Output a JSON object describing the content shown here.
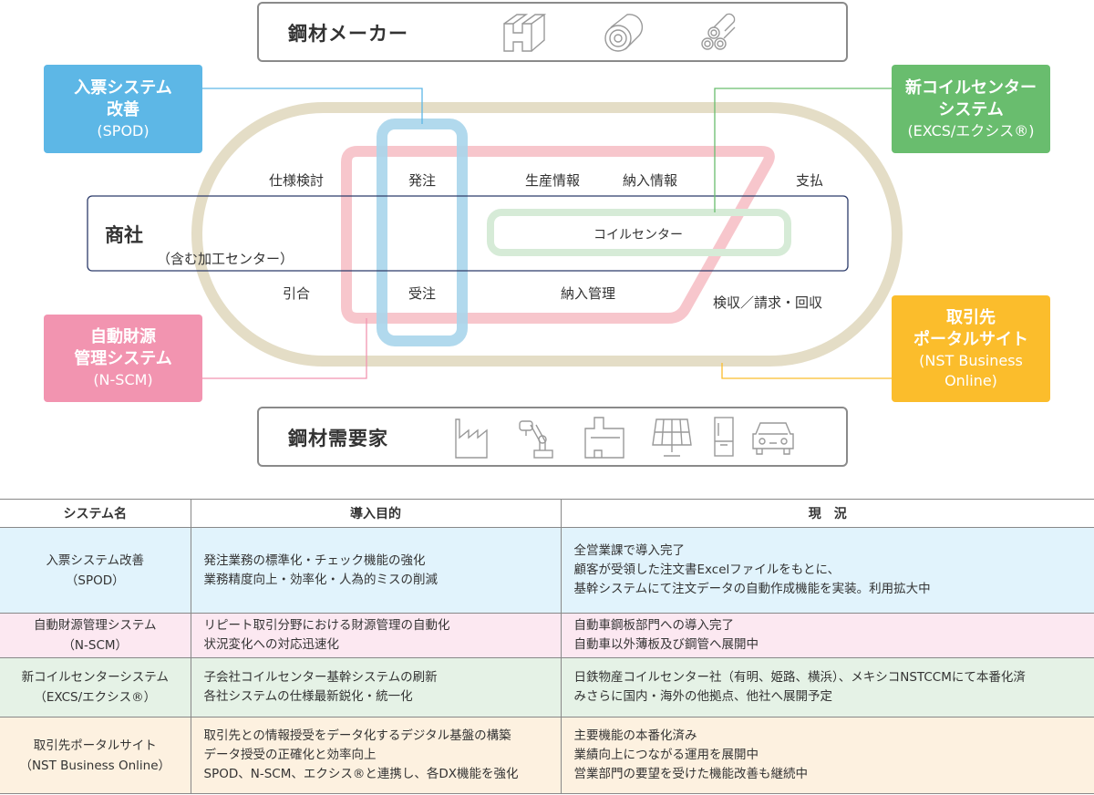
{
  "diagram": {
    "maker": "鋼材メーカー",
    "customer": "鋼材需要家",
    "trading": {
      "title": "商社",
      "sub": "（含む加工センター）"
    },
    "coil_center": "コイルセンター",
    "flow_labels": {
      "spec": "仕様検討",
      "order": "発注",
      "production": "生産情報",
      "delivery_info": "納入情報",
      "payment": "支払",
      "inquiry": "引合",
      "receive_order": "受注",
      "delivery_mgmt": "納入管理",
      "inspection": "検収／請求・回収"
    },
    "systems": [
      {
        "line1": "入票システム",
        "line2": "改善",
        "line3": "(SPOD)",
        "color": "#5db7e6"
      },
      {
        "line1": "新コイルセンター",
        "line2": "システム",
        "line3": "(EXCS/エクシス®)",
        "color": "#69bd6e"
      },
      {
        "line1": "自動財源",
        "line2": "管理システム",
        "line3": "(N-SCM)",
        "color": "#f294b0"
      },
      {
        "line1": "取引先",
        "line2": "ポータルサイト",
        "line3": "(NST Business",
        "line4": "Online)",
        "color": "#fbbd2c"
      }
    ]
  },
  "table": {
    "headers": [
      "システム名",
      "導入目的",
      "現　況"
    ],
    "rows": [
      {
        "name": [
          "入票システム改善",
          "（SPOD）"
        ],
        "purpose": [
          "発注業務の標準化・チェック機能の強化",
          "業務精度向上・効率化・人為的ミスの削減"
        ],
        "status": [
          "全営業課で導入完了",
          "顧客が受領した注文書Excelファイルをもとに、",
          "基幹システムにて注文データの自動作成機能を実装。利用拡大中"
        ]
      },
      {
        "name": [
          "自動財源管理システム",
          "（N-SCM）"
        ],
        "purpose": [
          "リピート取引分野における財源管理の自動化",
          "状況変化への対応迅速化"
        ],
        "status": [
          "自動車鋼板部門への導入完了",
          "自動車以外薄板及び鋼管へ展開中"
        ]
      },
      {
        "name": [
          "新コイルセンターシステム",
          "（EXCS/エクシス®）"
        ],
        "purpose": [
          "子会社コイルセンター基幹システムの刷新",
          "各社システムの仕様最新鋭化・統一化"
        ],
        "status": [
          "日鉄物産コイルセンター社（有明、姫路、横浜）、メキシコNSTCCMにて本番化済",
          "みさらに国内・海外の他拠点、他社へ展開予定"
        ]
      },
      {
        "name": [
          "取引先ポータルサイト",
          "（NST Business Online）"
        ],
        "purpose": [
          "取引先との情報授受をデータ化するデジタル基盤の構築",
          "データ授受の正確化と効率向上",
          "SPOD、N-SCM、エクシス®と連携し、各DX機能を強化"
        ],
        "status": [
          "主要機能の本番化済み",
          "業績向上につながる運用を展開中",
          "営業部門の要望を受けた機能改善も継続中"
        ]
      }
    ]
  }
}
